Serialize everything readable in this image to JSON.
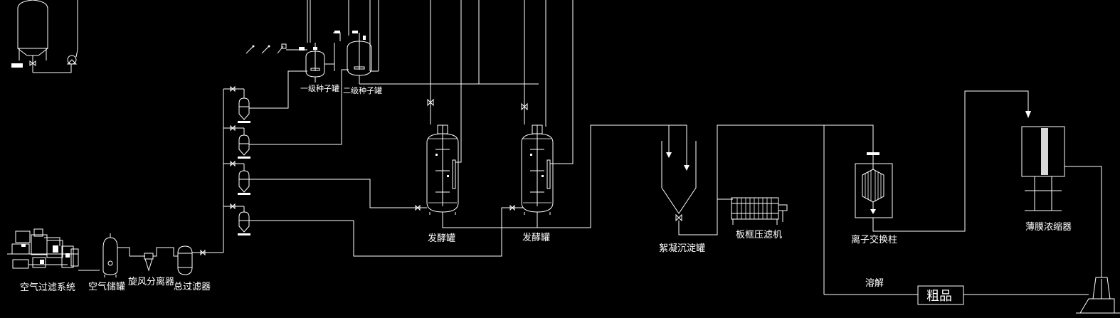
{
  "labels": {
    "air_filter_system": "空气过滤系统",
    "air_tank": "空气储罐",
    "cyclone": "旋风分离器",
    "main_filter": "总过滤器",
    "seed_tank_1": "一级种子罐",
    "seed_tank_2": "二级种子罐",
    "fermenter_1": "发酵罐",
    "fermenter_2": "发酵罐",
    "flocculation_tank": "絮凝沉淀罐",
    "filter_press": "板框压滤机",
    "ion_exchange": "离子交换柱",
    "membrane_concentrator": "薄膜浓缩器",
    "dissolve": "溶解",
    "crude_product": "粗品"
  }
}
